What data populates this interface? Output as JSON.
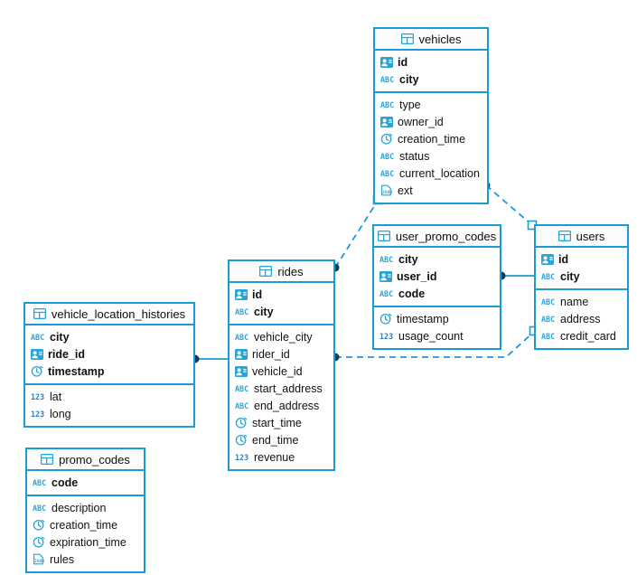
{
  "diagram": {
    "title": "database-er-diagram",
    "accent_color": "#1b9ad6",
    "endpoint_color": "#0b3d61",
    "background": "#ffffff"
  },
  "icons": {
    "table": "table-icon",
    "key": "key-column-icon",
    "text": "abc-text-icon",
    "time": "clock-icon",
    "number": "123-number-icon",
    "json": "json-icon"
  },
  "tables": [
    {
      "id": "vehicles",
      "name": "vehicles",
      "keys": [
        {
          "label": "id",
          "type": "key"
        },
        {
          "label": "city",
          "type": "text"
        }
      ],
      "columns": [
        {
          "label": "type",
          "type": "text"
        },
        {
          "label": "owner_id",
          "type": "key"
        },
        {
          "label": "creation_time",
          "type": "time"
        },
        {
          "label": "status",
          "type": "text"
        },
        {
          "label": "current_location",
          "type": "text"
        },
        {
          "label": "ext",
          "type": "json"
        }
      ]
    },
    {
      "id": "user_promo_codes",
      "name": "user_promo_codes",
      "keys": [
        {
          "label": "city",
          "type": "text"
        },
        {
          "label": "user_id",
          "type": "key"
        },
        {
          "label": "code",
          "type": "text"
        }
      ],
      "columns": [
        {
          "label": "timestamp",
          "type": "time"
        },
        {
          "label": "usage_count",
          "type": "number"
        }
      ]
    },
    {
      "id": "users",
      "name": "users",
      "keys": [
        {
          "label": "id",
          "type": "key"
        },
        {
          "label": "city",
          "type": "text"
        }
      ],
      "columns": [
        {
          "label": "name",
          "type": "text"
        },
        {
          "label": "address",
          "type": "text"
        },
        {
          "label": "credit_card",
          "type": "text"
        }
      ]
    },
    {
      "id": "rides",
      "name": "rides",
      "keys": [
        {
          "label": "id",
          "type": "key"
        },
        {
          "label": "city",
          "type": "text"
        }
      ],
      "columns": [
        {
          "label": "vehicle_city",
          "type": "text"
        },
        {
          "label": "rider_id",
          "type": "key"
        },
        {
          "label": "vehicle_id",
          "type": "key"
        },
        {
          "label": "start_address",
          "type": "text"
        },
        {
          "label": "end_address",
          "type": "text"
        },
        {
          "label": "start_time",
          "type": "time"
        },
        {
          "label": "end_time",
          "type": "time"
        },
        {
          "label": "revenue",
          "type": "number"
        }
      ]
    },
    {
      "id": "vehicle_location_histories",
      "name": "vehicle_location_histories",
      "keys": [
        {
          "label": "city",
          "type": "text"
        },
        {
          "label": "ride_id",
          "type": "key"
        },
        {
          "label": "timestamp",
          "type": "time"
        }
      ],
      "columns": [
        {
          "label": "lat",
          "type": "number"
        },
        {
          "label": "long",
          "type": "number"
        }
      ]
    },
    {
      "id": "promo_codes",
      "name": "promo_codes",
      "keys": [
        {
          "label": "code",
          "type": "text"
        }
      ],
      "columns": [
        {
          "label": "description",
          "type": "text"
        },
        {
          "label": "creation_time",
          "type": "time"
        },
        {
          "label": "expiration_time",
          "type": "time"
        },
        {
          "label": "rules",
          "type": "json"
        }
      ]
    }
  ],
  "relationships": [
    {
      "from": "vehicle_location_histories",
      "to": "rides",
      "style": "solid"
    },
    {
      "from": "rides",
      "to": "vehicles",
      "style": "dashed"
    },
    {
      "from": "vehicles",
      "to": "users",
      "style": "dashed"
    },
    {
      "from": "user_promo_codes",
      "to": "users",
      "style": "solid"
    },
    {
      "from": "rides",
      "to": "users",
      "style": "dashed"
    }
  ]
}
